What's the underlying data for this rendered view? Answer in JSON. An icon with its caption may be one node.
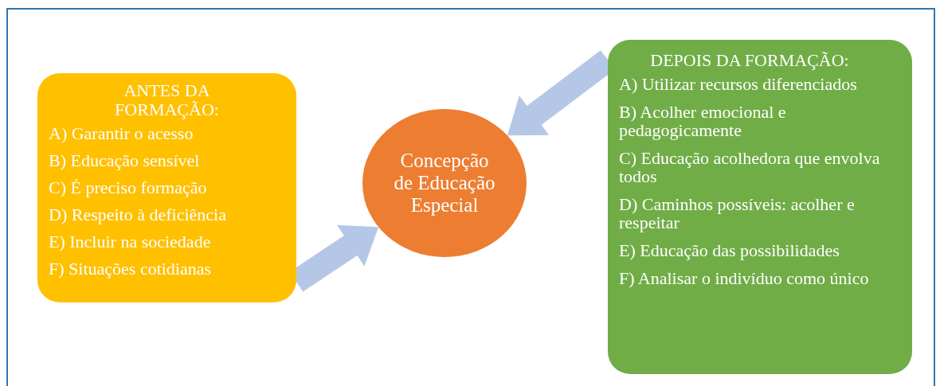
{
  "diagram": {
    "nodes": [
      {
        "text": [
          "ANTES DA FORMAÇÃO:",
          "A) Garantir o acesso",
          "B) Educação sensível",
          "C) É preciso formação",
          "D) Respeito à deficiência",
          "E) Incluir na sociedade",
          "F) Situações cotidianas"
        ]
      },
      {
        "text": [
          "Concepção de Educação Especial"
        ]
      },
      {
        "text": [
          "DEPOIS DA FORMAÇÃO:",
          "A) Utilizar recursos diferenciados",
          "B) Acolher emocional e pedagogicamente",
          "C) Educação acolhedora que envolva todos",
          "D) Caminhos possíveis: acolher e respeitar",
          "E) Educação das possibilidades",
          "F) Analisar o indivíduo como único"
        ]
      }
    ],
    "edges": [
      {
        "from": 0,
        "to": 1,
        "arrow": "to",
        "style": "thick"
      },
      {
        "from": 2,
        "to": 1,
        "arrow": "to",
        "style": "thick"
      }
    ]
  }
}
